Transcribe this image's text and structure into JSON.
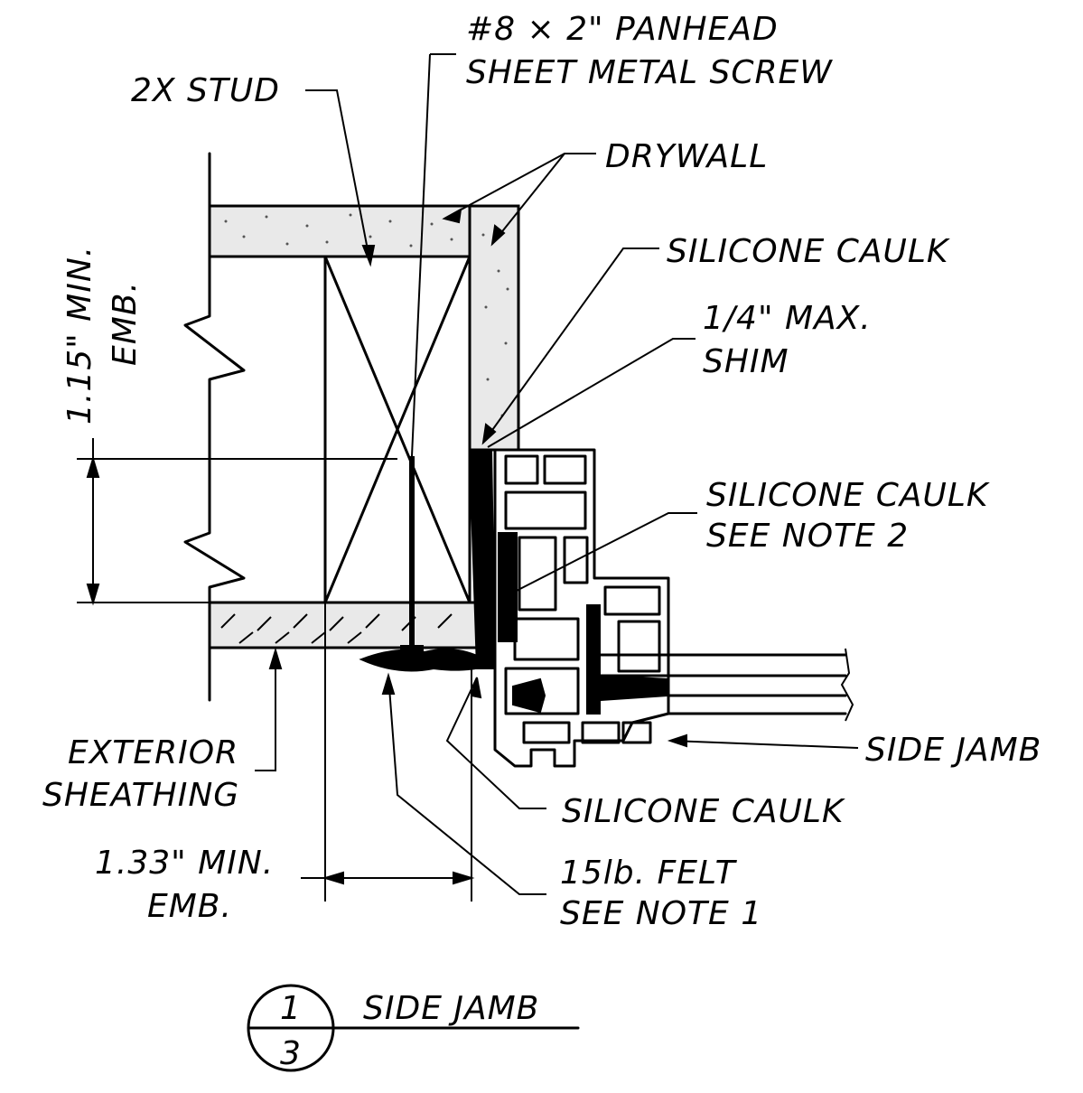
{
  "labels": {
    "screw_line1": "#8 × 2\" PANHEAD",
    "screw_line2": "SHEET METAL SCREW",
    "stud": "2X STUD",
    "drywall": "DRYWALL",
    "silicone_caulk_top": "SILICONE CAULK",
    "shim_line1": "1/4\" MAX.",
    "shim_line2": "SHIM",
    "silicone_caulk_note_line1": "SILICONE CAULK",
    "silicone_caulk_note_line2": "SEE NOTE 2",
    "side_jamb_callout": "SIDE JAMB",
    "exterior_line1": "EXTERIOR",
    "exterior_line2": "SHEATHING",
    "silicone_caulk_bottom": "SILICONE CAULK",
    "felt_line1": "15lb. FELT",
    "felt_line2": "SEE NOTE 1",
    "emb_side_line1": "1.33\" MIN.",
    "emb_side_line2": "EMB.",
    "emb_vertical_line1": "1.15\" MIN.",
    "emb_vertical_line2": "EMB."
  },
  "title_block": {
    "detail_number": "1",
    "sheet_number": "3",
    "title": "SIDE JAMB"
  }
}
